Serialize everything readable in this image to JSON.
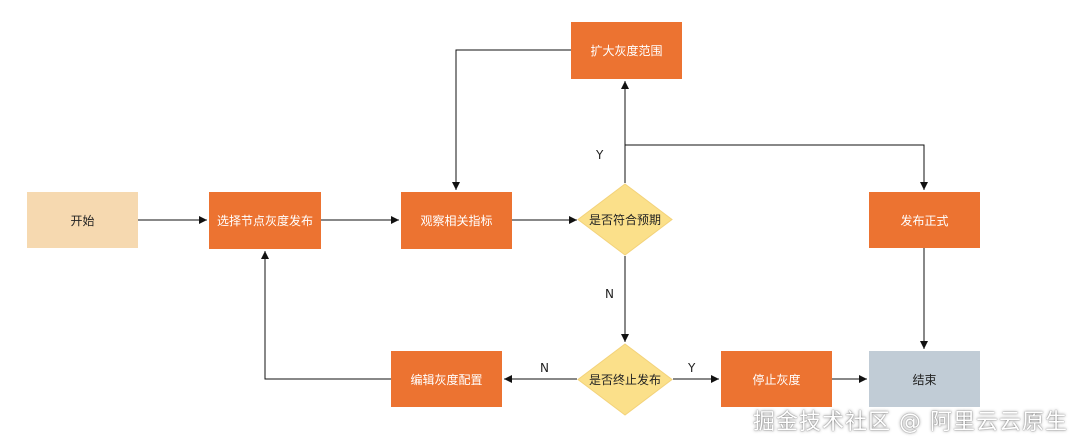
{
  "nodes": {
    "start": "开始",
    "select_gray": "选择节点灰度发布",
    "observe": "观察相关指标",
    "meet_expect": "是否符合预期",
    "expand": "扩大灰度范围",
    "publish_formal": "发布正式",
    "stop_decision": "是否终止发布",
    "edit_config": "编辑灰度配置",
    "stop_gray": "停止灰度",
    "end": "结束"
  },
  "edge_labels": {
    "meet_yes": "Y",
    "meet_no": "N",
    "stop_no": "N",
    "stop_yes": "Y"
  },
  "watermark": "掘金技术社区 @ 阿里云云原生",
  "colors": {
    "process": "#ec7331",
    "start": "#f6d9b0",
    "end": "#c1ccd6",
    "decision": "#fbe08a"
  }
}
